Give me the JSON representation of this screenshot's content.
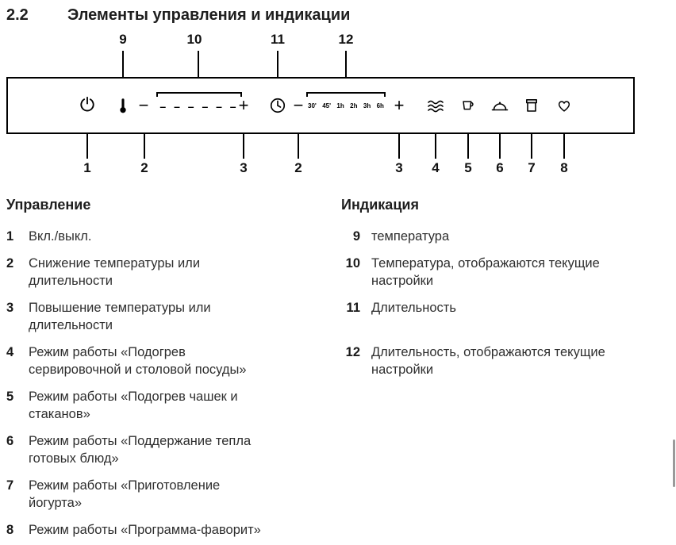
{
  "header": {
    "section_number": "2.2",
    "title": "Элементы управления и индикации"
  },
  "diagram": {
    "callouts_top": [
      "9",
      "10",
      "11",
      "12"
    ],
    "callouts_bottom": [
      "1",
      "2",
      "3",
      "2",
      "3",
      "4",
      "5",
      "6",
      "7",
      "8"
    ],
    "minus_label": "−",
    "plus_label": "+",
    "temp_display": "– – – – – –",
    "time_labels": [
      "30'",
      "45'",
      "1h",
      "2h",
      "3h",
      "6h"
    ],
    "icons": {
      "power": "power-icon",
      "temperature": "thermometer-icon",
      "duration": "clock-icon",
      "mode_dishes": "dish-warming-waves-icon",
      "mode_cups": "cup-icon",
      "mode_keep_warm": "cloche-icon",
      "mode_yogurt": "yogurt-jar-icon",
      "mode_favourite": "heart-icon"
    }
  },
  "controls": {
    "heading": "Управление",
    "items": [
      {
        "num": "1",
        "text": "Вкл./выкл."
      },
      {
        "num": "2",
        "text": "Снижение температуры или длительности"
      },
      {
        "num": "3",
        "text": "Повышение температуры или длительности"
      },
      {
        "num": "4",
        "text": "Режим работы «Подогрев сервировочной и столовой посуды»"
      },
      {
        "num": "5",
        "text": "Режим работы «Подогрев чашек и стаканов»"
      },
      {
        "num": "6",
        "text": "Режим работы «Поддержание тепла готовых блюд»"
      },
      {
        "num": "7",
        "text": "Режим работы «Приготовление йогурта»"
      },
      {
        "num": "8",
        "text": "Режим работы «Программа-фаворит»"
      }
    ]
  },
  "indication": {
    "heading": "Индикация",
    "items": [
      {
        "num": "9",
        "text": "температура"
      },
      {
        "num": "10",
        "text": "Температура, отображаются текущие настройки"
      },
      {
        "num": "11",
        "text": "Длительность"
      },
      {
        "num": "12",
        "text": "Длительность, отображаются текущие настройки"
      }
    ]
  },
  "colors": {
    "line": "#000000",
    "text": "#2b2b2b"
  }
}
